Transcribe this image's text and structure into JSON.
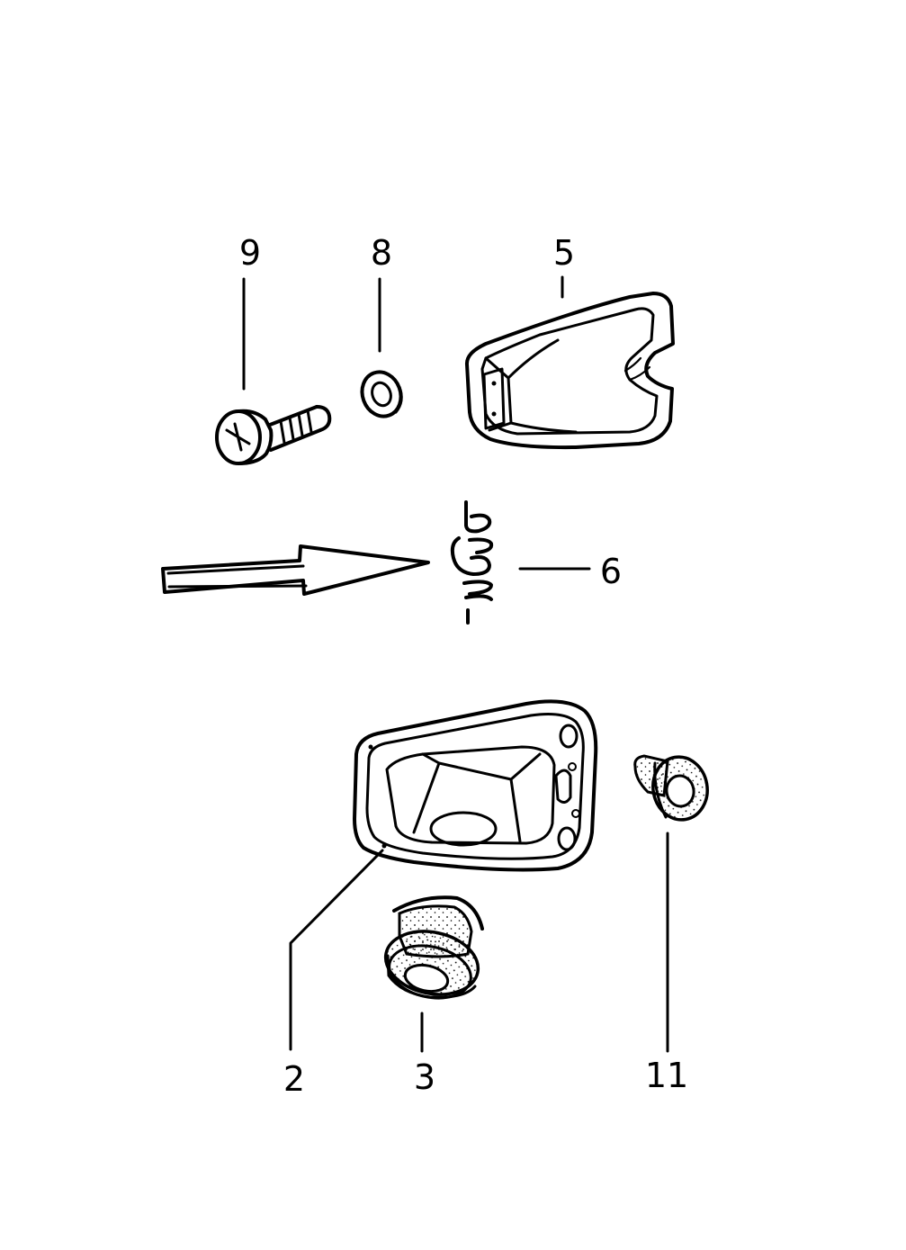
{
  "callouts": [
    {
      "id": "9",
      "text": "9"
    },
    {
      "id": "8",
      "text": "8"
    },
    {
      "id": "5",
      "text": "5"
    },
    {
      "id": "6",
      "text": "6"
    },
    {
      "id": "2",
      "text": "2"
    },
    {
      "id": "3",
      "text": "3"
    },
    {
      "id": "11",
      "text": "11"
    }
  ],
  "parts": [
    {
      "callout": "9",
      "icon": "screw-icon"
    },
    {
      "callout": "8",
      "icon": "washer-icon"
    },
    {
      "callout": "5",
      "icon": "lamp-cover-icon"
    },
    {
      "callout": "6",
      "icon": "spring-icon"
    },
    {
      "callout": "2",
      "icon": "lamp-housing-icon"
    },
    {
      "callout": "3",
      "icon": "grommet-icon"
    },
    {
      "callout": "11",
      "icon": "plug-icon"
    }
  ],
  "pointer": {
    "icon": "arrow-icon",
    "points_to": "6"
  },
  "colors": {
    "ink": "#000000",
    "paper": "#ffffff"
  }
}
